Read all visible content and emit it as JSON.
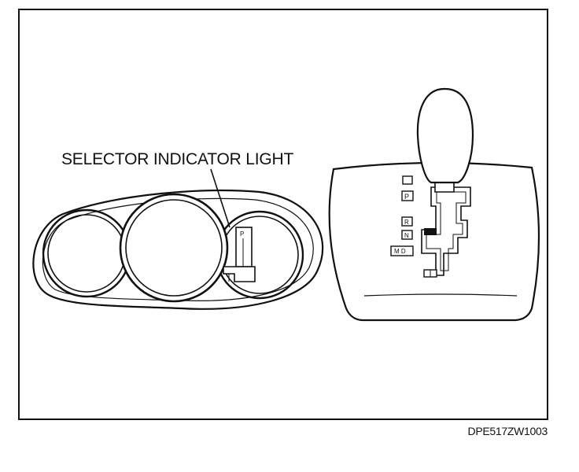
{
  "callout": {
    "label": "SELECTOR INDICATOR LIGHT"
  },
  "cluster": {
    "indicator_letter": "P"
  },
  "shift_gate": {
    "positions": [
      "P",
      "R",
      "N",
      "M D"
    ],
    "top_marker": "",
    "lower_marker": ""
  },
  "figure": {
    "code": "DPE517ZW1003"
  }
}
